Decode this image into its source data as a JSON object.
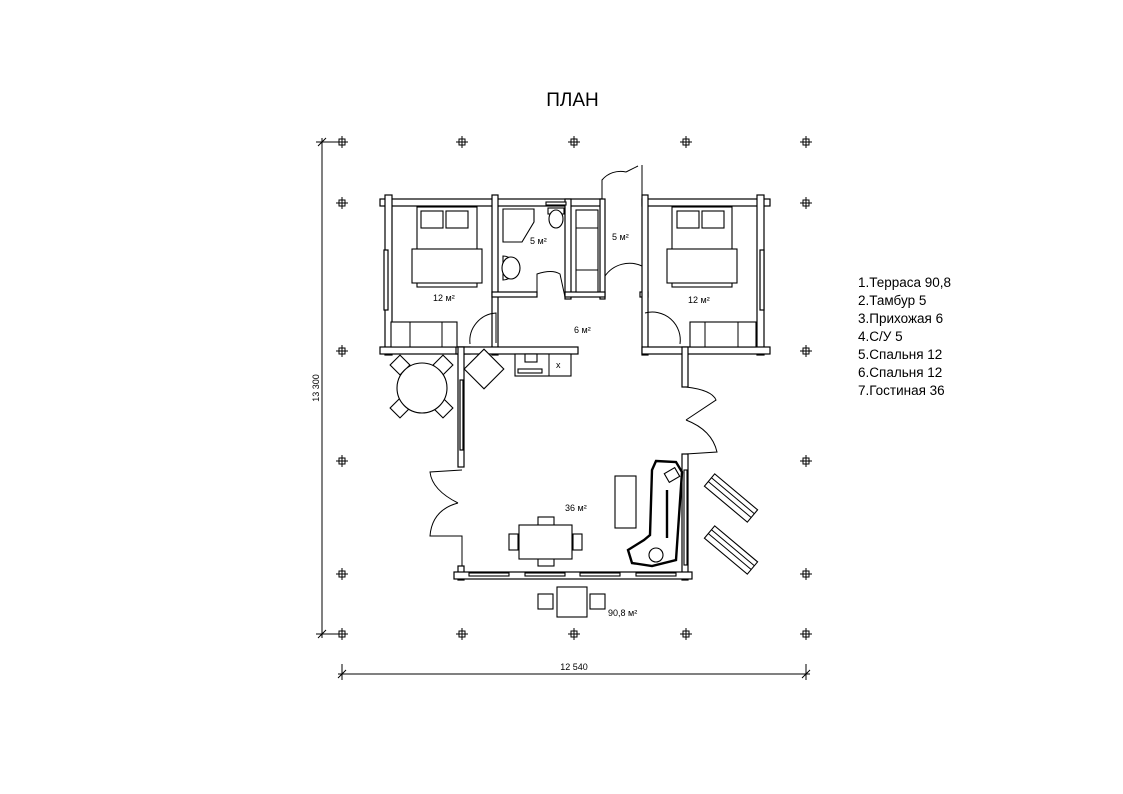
{
  "title": "ПЛАН",
  "dimensions": {
    "height": "13 300",
    "width": "12 540"
  },
  "rooms": {
    "bedroom_left": "12 м²",
    "bathroom": "5 м²",
    "vestibule": "5 м²",
    "bedroom_right": "12 м²",
    "hallway": "6 м²",
    "living": "36 м²",
    "terrace": "90,8 м²"
  },
  "legend": [
    "1.Терраса 90,8",
    "2.Тамбур 5",
    "3.Прихожая 6",
    "4.С/У 5",
    "5.Спальня 12",
    "6.Спальня 12",
    "7.Гостиная 36"
  ]
}
